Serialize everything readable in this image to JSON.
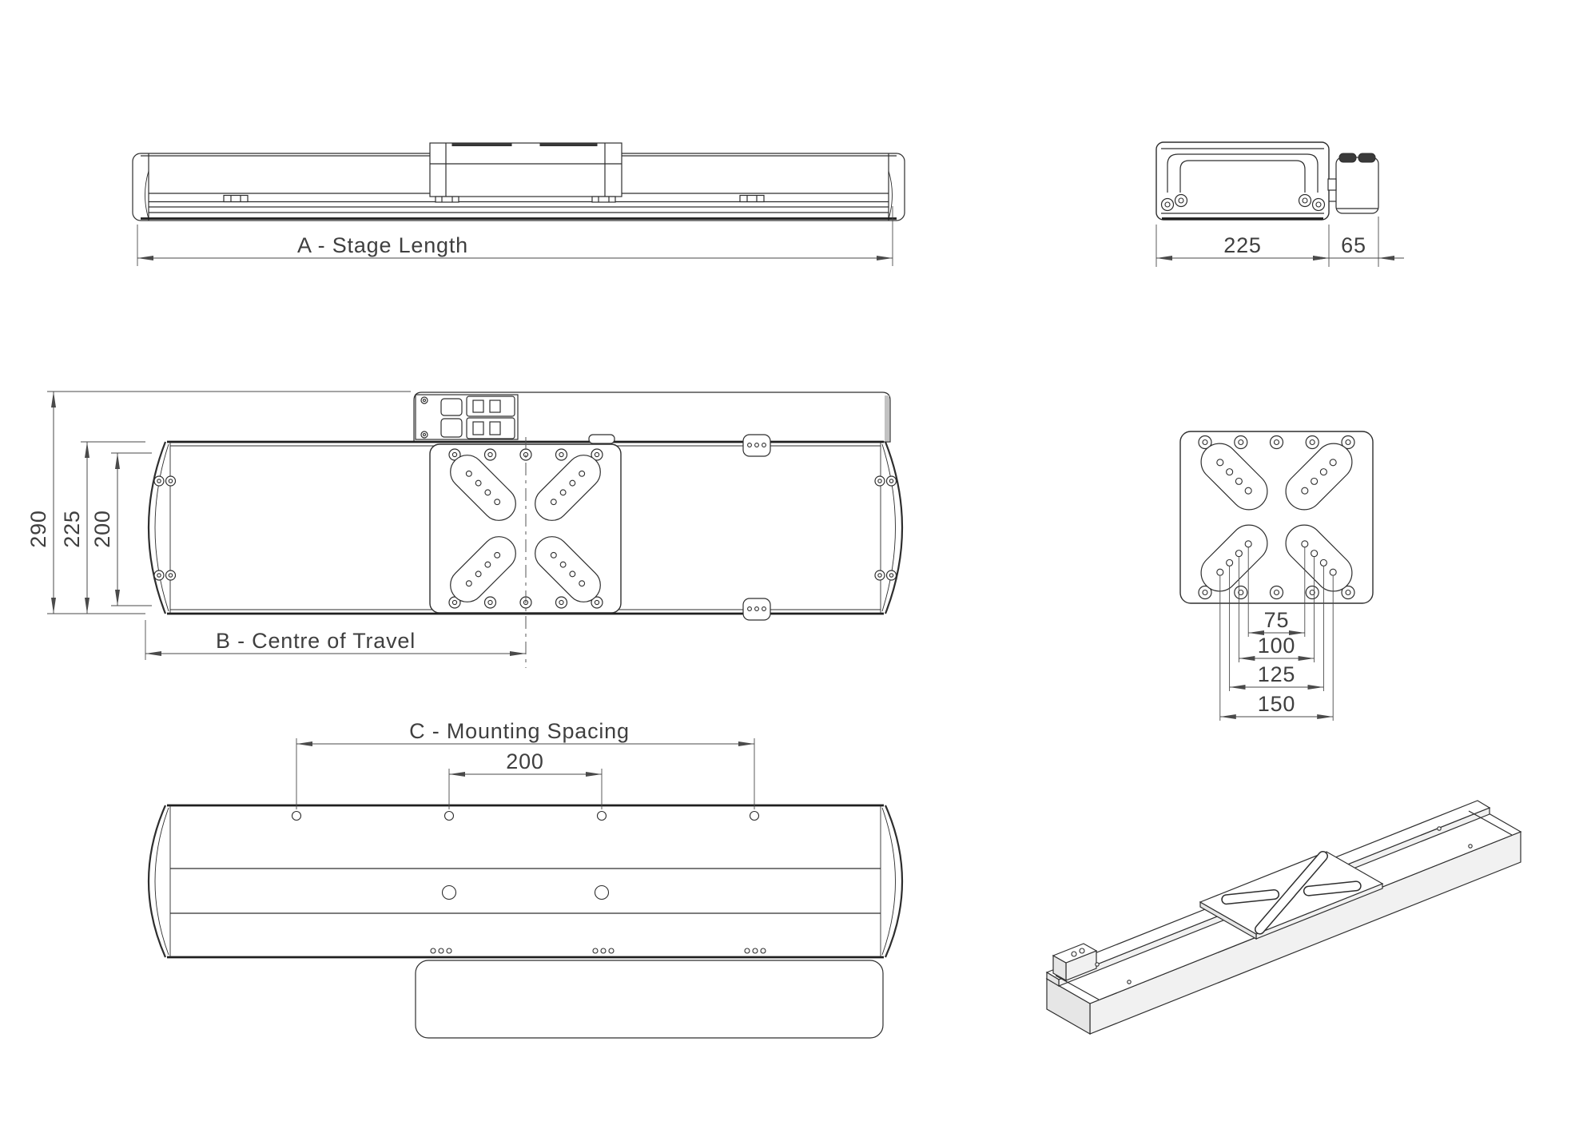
{
  "side_view": {
    "dim_a": "A - Stage Length"
  },
  "end_view": {
    "dim_width": "225",
    "dim_motor_depth": "65"
  },
  "top_view": {
    "dim_overall_width": "290",
    "dim_body_width": "225",
    "dim_inner_width": "200",
    "dim_b": "B - Centre of Travel"
  },
  "plate_detail_view": {
    "dim_hole_spacings": [
      "75",
      "100",
      "125",
      "150"
    ]
  },
  "bottom_view": {
    "dim_c": "C - Mounting Spacing",
    "dim_hole_pitch": "200"
  },
  "colors": {
    "line": "#2e2e2e",
    "thick_line": "#1f1f1f",
    "dimension": "#4a4a4a",
    "text": "#3f3f3f",
    "background": "#ffffff"
  }
}
